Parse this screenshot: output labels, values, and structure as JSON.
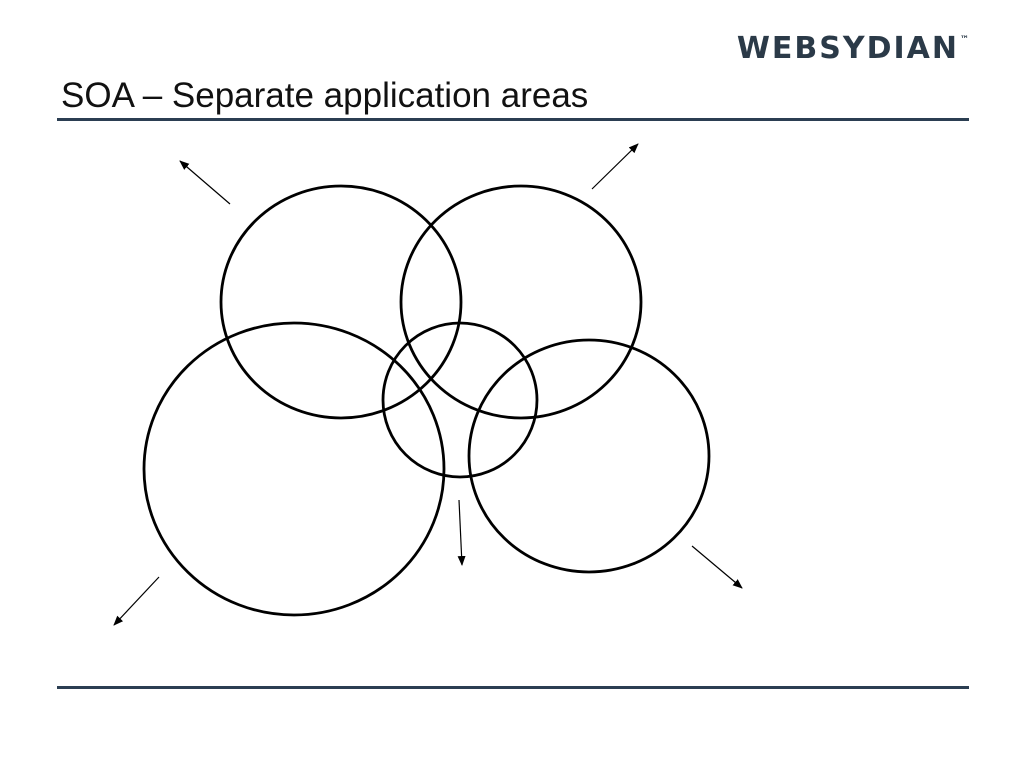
{
  "slide": {
    "title": "SOA – Separate application areas"
  },
  "logo": {
    "text": "WEBSYDIAN",
    "trademark": "™"
  },
  "diagram": {
    "type": "overlapping-circles",
    "circles": [
      {
        "name": "upper-left-area"
      },
      {
        "name": "upper-right-area"
      },
      {
        "name": "lower-left-area"
      },
      {
        "name": "center-area"
      },
      {
        "name": "lower-right-area"
      }
    ],
    "arrows": [
      {
        "name": "upper-left-arrow",
        "direction": "outward"
      },
      {
        "name": "upper-right-arrow",
        "direction": "outward"
      },
      {
        "name": "lower-left-arrow",
        "direction": "outward"
      },
      {
        "name": "center-down-arrow",
        "direction": "outward"
      },
      {
        "name": "lower-right-arrow",
        "direction": "outward"
      }
    ],
    "colors": {
      "line": "#000000",
      "rule": "#2b3e52",
      "logo": "#2b3a48"
    }
  }
}
